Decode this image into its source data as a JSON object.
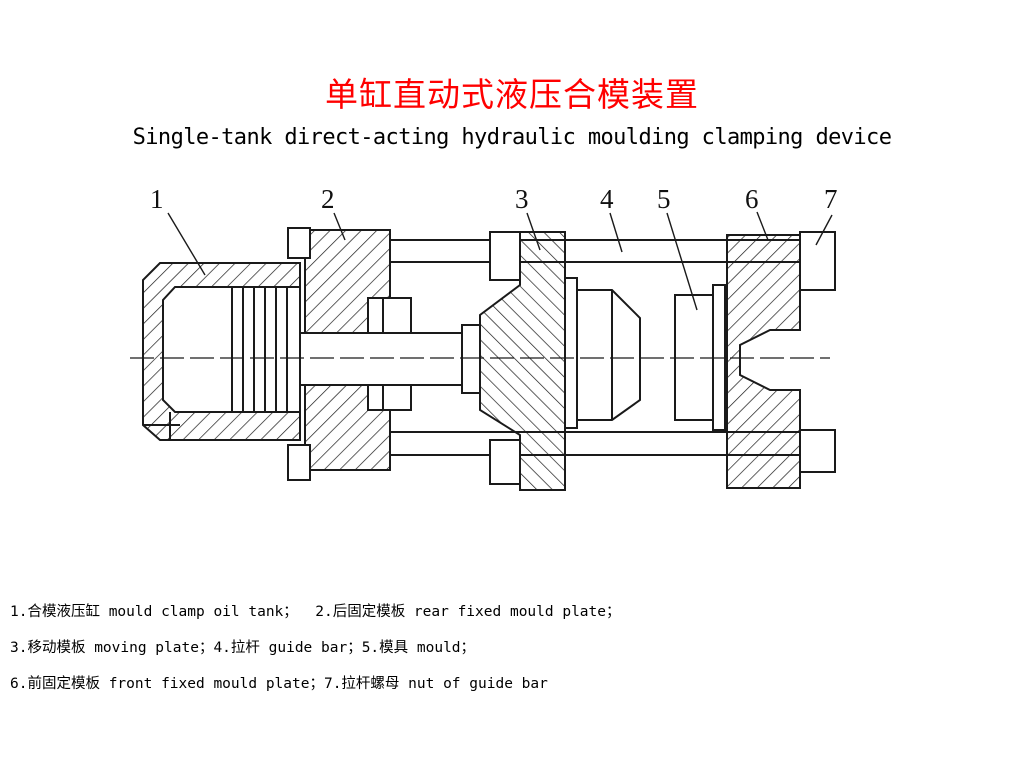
{
  "title": {
    "cn": "单缸直动式液压合模装置",
    "en": "Single-tank direct-acting hydraulic moulding clamping device"
  },
  "colors": {
    "title_cn": "#ff0000",
    "text": "#000000",
    "drawing": "#1a1a1a"
  },
  "diagram": {
    "callouts": [
      "1",
      "2",
      "3",
      "4",
      "5",
      "6",
      "7"
    ]
  },
  "legend": [
    "1.合模液压缸 mould clamp oil tank；  2.后固定模板 rear fixed mould plate；",
    "3.移动模板 moving plate；4.拉杆 guide bar；5.模具 mould；",
    "6.前固定模板 front fixed mould plate；7.拉杆螺母 nut of guide bar"
  ]
}
